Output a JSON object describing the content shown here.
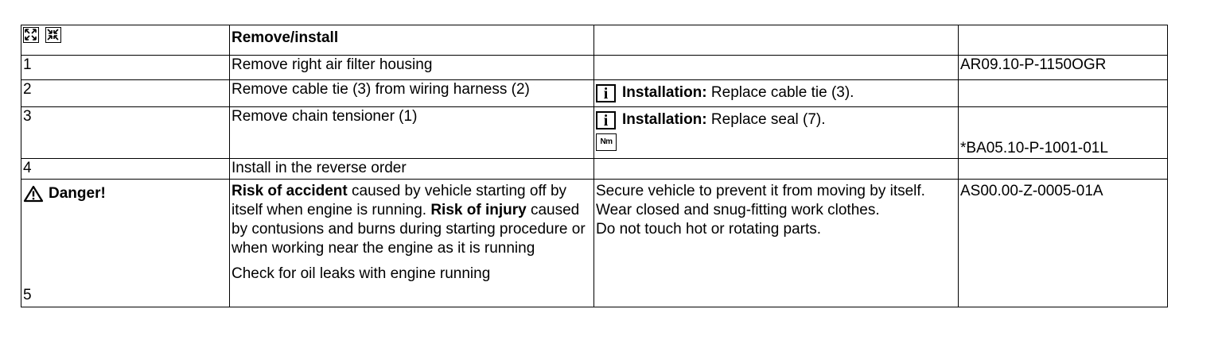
{
  "header": {
    "icon1": "remove-icon",
    "icon2": "install-icon",
    "title": "Remove/install"
  },
  "rows": [
    {
      "num": "1",
      "action": "Remove right air filter housing",
      "ref": "AR09.10-P-1150OGR"
    },
    {
      "num": "2",
      "action": "Remove cable tie (3) from wiring harness (2)",
      "note_label": "Installation:",
      "note_text": "Replace cable tie (3)."
    },
    {
      "num": "3",
      "action": "Remove chain tensioner (1)",
      "note_label": "Installation:",
      "note_text": "Replace seal (7).",
      "nm_icon": "Nm",
      "ref": "*BA05.10-P-1001-01L"
    },
    {
      "num": "4",
      "action": "Install in the reverse order"
    }
  ],
  "danger": {
    "label": "Danger!",
    "risk1_bold": "Risk of accident",
    "risk1_text": " caused by vehicle starting off by itself when engine is running. ",
    "risk2_bold": "Risk of injury",
    "risk2_text": " caused by contusions and burns during starting procedure or when working near the engine as it is running",
    "measure1": "Secure vehicle to prevent it from moving by itself.",
    "measure2": "Wear closed and snug-fitting work clothes.",
    "measure3": "Do not touch hot or rotating parts.",
    "ref": "AS00.00-Z-0005-01A"
  },
  "row5": {
    "num": "5",
    "action": "Check for oil leaks with engine running"
  }
}
